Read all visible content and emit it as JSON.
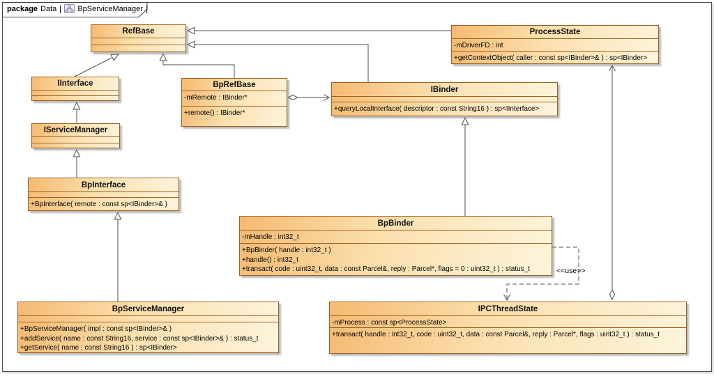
{
  "header": {
    "keyword": "package",
    "title": "Data",
    "bracket_open": "[",
    "diagram_icon": "class-diagram-icon",
    "diagram_name": "BpServiceManager",
    "bracket_close": "]"
  },
  "classes": [
    {
      "id": "RefBase",
      "title": "RefBase",
      "attributes": [],
      "methods": []
    },
    {
      "id": "IInterface",
      "title": "IInterface",
      "attributes": [],
      "methods": []
    },
    {
      "id": "IServiceManager",
      "title": "IServiceManager",
      "attributes": [],
      "methods": []
    },
    {
      "id": "BpRefBase",
      "title": "BpRefBase",
      "attributes": [
        "-mRemote : IBinder*"
      ],
      "methods": [
        "+remote() : IBinder*"
      ]
    },
    {
      "id": "ProcessState",
      "title": "ProcessState",
      "attributes": [
        "-mDriverFD : int"
      ],
      "methods": [
        "+getContextObject( caller : const sp<IBinder>& ) : sp<IBinder>"
      ]
    },
    {
      "id": "IBinder",
      "title": "IBinder",
      "attributes": [],
      "methods": [
        "+queryLocalInterface( descriptor : const String16 ) : sp<IInterface>"
      ]
    },
    {
      "id": "BpInterface",
      "title": "BpInterface",
      "attributes": [],
      "methods": [
        "+BpInterface( remote : const sp<IBinder>& )"
      ]
    },
    {
      "id": "BpBinder",
      "title": "BpBinder",
      "attributes": [
        "-mHandle : int32_t"
      ],
      "methods": [
        "+BpBinder( handle : int32_t )",
        "+handle() : int32_t",
        "+transact( code : uint32_t, data : const Parcel&, reply : Parcel*, flags = 0 : uint32_t ) : status_t"
      ]
    },
    {
      "id": "BpServiceManager",
      "title": "BpServiceManager",
      "attributes": [],
      "methods": [
        "+BpServiceManager( impl : const sp<IBinder>& )",
        "+addService( name : const String16, service : const sp<IBinder>& ) : status_t",
        "+getService( name : const String16 ) : sp<IBinder>"
      ]
    },
    {
      "id": "IPCThreadState",
      "title": "IPCThreadState",
      "attributes": [
        "-mProcess : const sp<ProcessState>"
      ],
      "methods": [
        "+transact( handle : int32_t, code : uint32_t, data : const Parcel&, reply : Parcel*, flags : uint32_t ) : status_t"
      ]
    }
  ],
  "connections": [
    {
      "id": "gen-iinterface-refbase",
      "type": "generalization",
      "from": "IInterface",
      "to": "RefBase"
    },
    {
      "id": "gen-iservicemanager-iinterface",
      "type": "generalization",
      "from": "IServiceManager",
      "to": "IInterface"
    },
    {
      "id": "gen-bpinterface-iservicemanager",
      "type": "generalization",
      "from": "BpInterface",
      "to": "IServiceManager"
    },
    {
      "id": "gen-bprefbase-refbase",
      "type": "generalization",
      "from": "BpRefBase",
      "to": "RefBase"
    },
    {
      "id": "gen-processstate-refbase",
      "type": "generalization",
      "from": "ProcessState",
      "to": "RefBase"
    },
    {
      "id": "gen-ibinder-refbase",
      "type": "generalization",
      "from": "IBinder",
      "to": "RefBase"
    },
    {
      "id": "gen-bpbinder-ibinder",
      "type": "generalization",
      "from": "BpBinder",
      "to": "IBinder"
    },
    {
      "id": "gen-bpservicemanager-bpinterface",
      "type": "generalization",
      "from": "BpServiceManager",
      "to": "BpInterface"
    },
    {
      "id": "aggr-bprefbase-ibinder",
      "type": "aggregation",
      "from": "BpRefBase",
      "to": "IBinder"
    },
    {
      "id": "aggr-ipcthreadstate-processstate",
      "type": "aggregation",
      "from": "IPCThreadState",
      "to": "ProcessState"
    },
    {
      "id": "dep-bpbinder-ipcthreadstate",
      "type": "dependency",
      "from": "BpBinder",
      "to": "IPCThreadState",
      "label": "<<use>>"
    }
  ],
  "colors": {
    "box_fill_dark": "#f5ba72",
    "box_fill_light": "#fdf4dc",
    "box_border": "#a2601e",
    "line": "#4d4d4d",
    "frame_border": "#4f4f4f"
  }
}
